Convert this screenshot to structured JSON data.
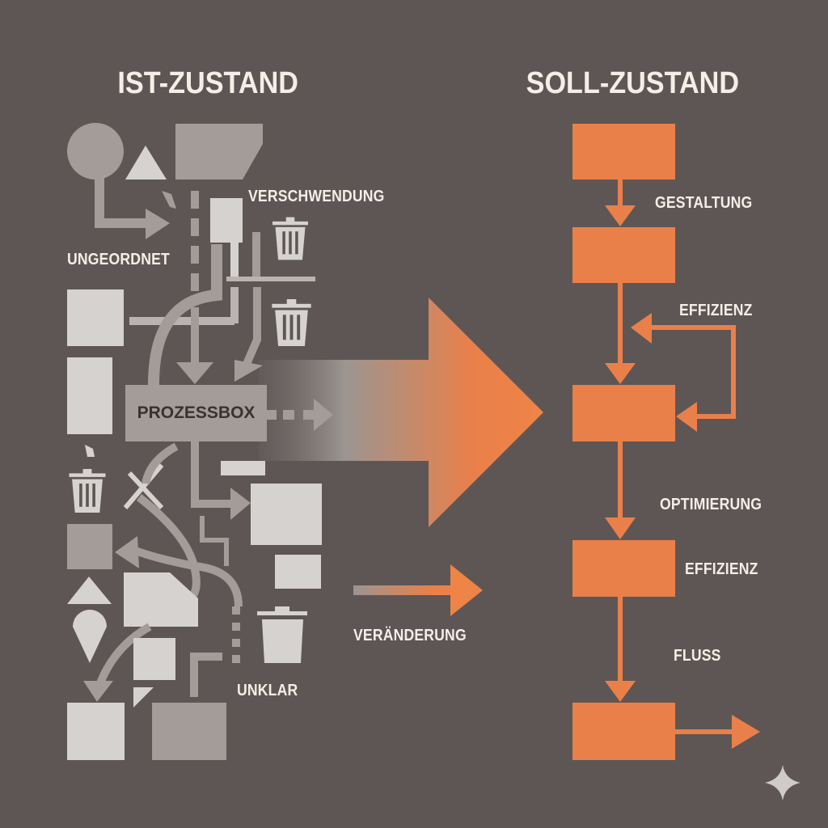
{
  "titles": {
    "left": "IST-ZUSTAND",
    "right": "SOLL-ZUSTAND"
  },
  "left_labels": {
    "waste": "VERSCHWENDUNG",
    "unordered": "UNGEORDNET",
    "process_box": "PROZESSBOX",
    "unclear": "UNKLAR"
  },
  "transition_label": "VERÄNDERUNG",
  "right_labels": {
    "design": "GESTALTUNG",
    "efficiency_loop": "EFFIZIENZ",
    "optimization": "OPTIMIERUNG",
    "efficiency": "EFFIZIENZ",
    "flow": "FLUSS"
  },
  "colors": {
    "background": "#5e5654",
    "accent": "#e9804a",
    "grey_shape": "#a39c99",
    "light_shape": "#d6d2cf"
  }
}
